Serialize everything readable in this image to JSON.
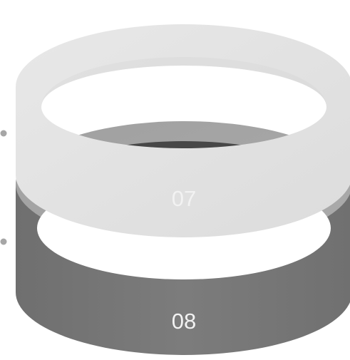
{
  "rings": [
    {
      "id": "ring-07",
      "label": "07",
      "colors": {
        "top": "#e3e3e3",
        "side": "#e6e6e6",
        "side_dark": "#dadada",
        "inner": "#ffffff"
      }
    },
    {
      "id": "ring-08",
      "label": "08",
      "colors": {
        "top": "#a6a6a6",
        "side": "#7a7a7a",
        "side_dark": "#6f6f6f",
        "inner_wall": "#474747",
        "inner": "#ffffff"
      }
    }
  ],
  "markers": [
    {
      "id": "marker-07",
      "color": "#a6a6a6"
    },
    {
      "id": "marker-08",
      "color": "#a6a6a6"
    }
  ]
}
